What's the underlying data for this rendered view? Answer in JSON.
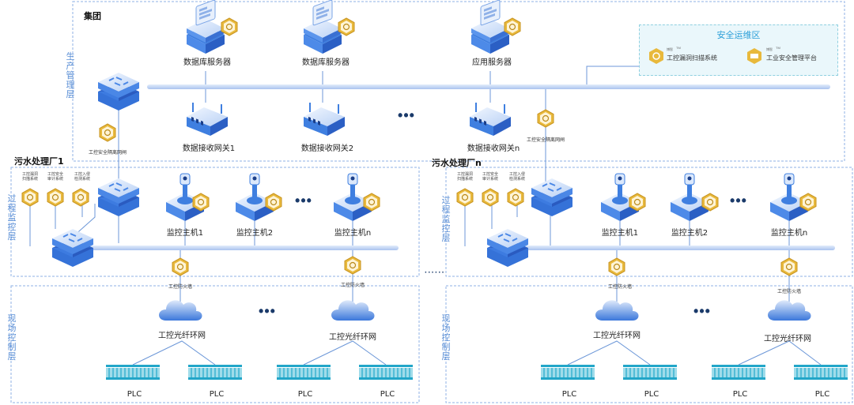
{
  "group": {
    "title": "集团",
    "layer_label": "生产管理层",
    "servers": [
      "数据库服务器",
      "数据库服务器",
      "应用服务器"
    ],
    "gateways": [
      "数据接收网关1",
      "数据接收网关2",
      "数据接收网关n"
    ],
    "isolation_left": "工控安全隔离网闸",
    "isolation_right": "工控安全隔离网闸"
  },
  "security_zone": {
    "title": "安全运维区",
    "brand": "博智",
    "tm": "TM",
    "items": [
      "工控漏洞扫描系统",
      "工业安全管理平台"
    ]
  },
  "plant1": {
    "title": "污水处理厂1",
    "process_label": "过程监控层",
    "field_label": "现场控制层",
    "security_devices": [
      [
        "工控漏洞",
        "扫描系统"
      ],
      [
        "工控安全",
        "审计系统"
      ],
      [
        "工控入侵",
        "检测系统"
      ]
    ],
    "hosts": [
      "监控主机1",
      "监控主机2",
      "监控主机n"
    ],
    "firewalls": [
      "工控防火墙",
      "工控防火墙"
    ],
    "rings": [
      "工控光纤环网",
      "工控光纤环网"
    ],
    "plcs": [
      "PLC",
      "PLC",
      "PLC",
      "PLC"
    ]
  },
  "plantn": {
    "title": "污水处理厂n",
    "process_label": "过程监控层",
    "field_label": "现场控制层",
    "security_devices": [
      [
        "工控漏洞",
        "扫描系统"
      ],
      [
        "工控安全",
        "审计系统"
      ],
      [
        "工控入侵",
        "检测系统"
      ]
    ],
    "hosts": [
      "监控主机1",
      "监控主机2",
      "监控主机n"
    ],
    "firewalls": [
      "工控防火墙",
      "工控防火墙"
    ],
    "rings": [
      "工控光纤环网",
      "工控光纤环网"
    ],
    "plcs": [
      "PLC",
      "PLC",
      "PLC",
      "PLC"
    ]
  },
  "colors": {
    "device_blue": "#3f7fe0",
    "device_light": "#cfe2fb",
    "shield_gold": "#e6b840",
    "bus": "#c7d8f5",
    "layer_text": "#5b8fd6",
    "sec_title": "#2a9ed8"
  }
}
